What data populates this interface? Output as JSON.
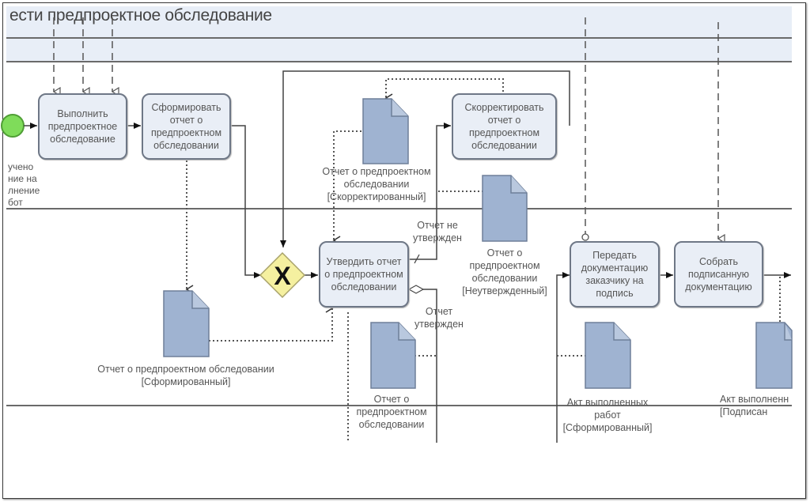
{
  "lane_title": "ести предпроектное обследование",
  "tasks": {
    "perform_survey": "Выполнить предпроектное обследование",
    "form_report": "Сформировать отчет о предпроектном обследовании",
    "correct_report": "Скорректировать отчет о предпроектном обследовании",
    "approve_report": "Утвердить отчет о предпроектном обследовании",
    "send_docs": "Передать документацию заказчику на подпись",
    "collect_docs": "Собрать подписанную документацию"
  },
  "gateway": {
    "symbol": "X",
    "type": "exclusive"
  },
  "start_event_label": "учено\nние на\nлнение\nбот",
  "documents": {
    "report_formed": "Отчет о предпроектном обследовании\n[Сформированный]",
    "report_corrected": "Отчет о предпроектном\nобследовании\n[Скорректированный]",
    "report_unapproved": "Отчет о\nпредпроектном\nобследовании\n[Неутвержденный]",
    "report_approved": "Отчет о\nпредпроектном\nобследовании",
    "act_formed": "Акт выполненных\nработ\n[Сформированный]",
    "act_signed": "Акт выполненн\n[Подписан"
  },
  "flow_labels": {
    "not_approved": "Отчет не\nутвержден",
    "approved": "Отчет\nутвержден"
  },
  "colors": {
    "task_fill": "#e9eef6",
    "document_fill": "#9fb3d1",
    "gateway_fill": "#f5f0a0",
    "start_event": "#7fdc5a",
    "lane_band": "#e8eef7"
  }
}
